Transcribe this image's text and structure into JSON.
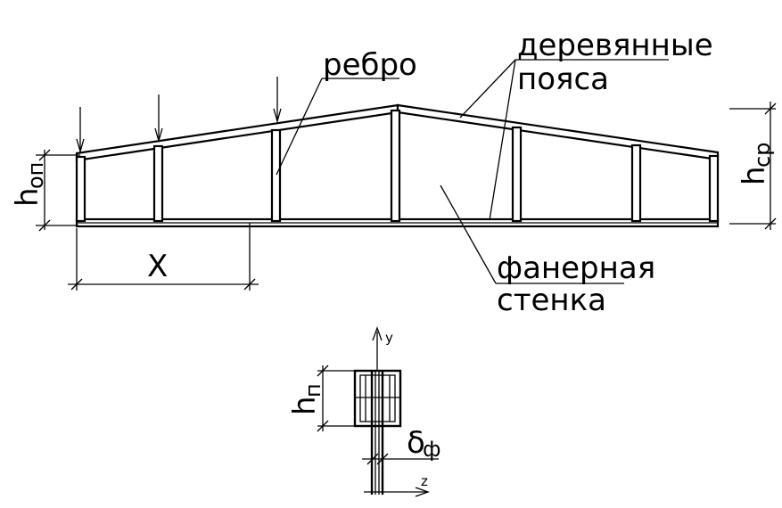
{
  "labels": {
    "rib": "ребро",
    "chords_line1": "деревянные",
    "chords_line2": "пояса",
    "web_line1": "фанерная",
    "web_line2": "стенка",
    "dim_x": "X",
    "h_support_main": "h",
    "h_support_sub": "оп",
    "h_mid_main": "h",
    "h_mid_sub": "ср",
    "h_chord_main": "h",
    "h_chord_sub": "п",
    "delta_main": "δ",
    "delta_sub": "ф",
    "axis_y": "y",
    "axis_z": "z"
  }
}
